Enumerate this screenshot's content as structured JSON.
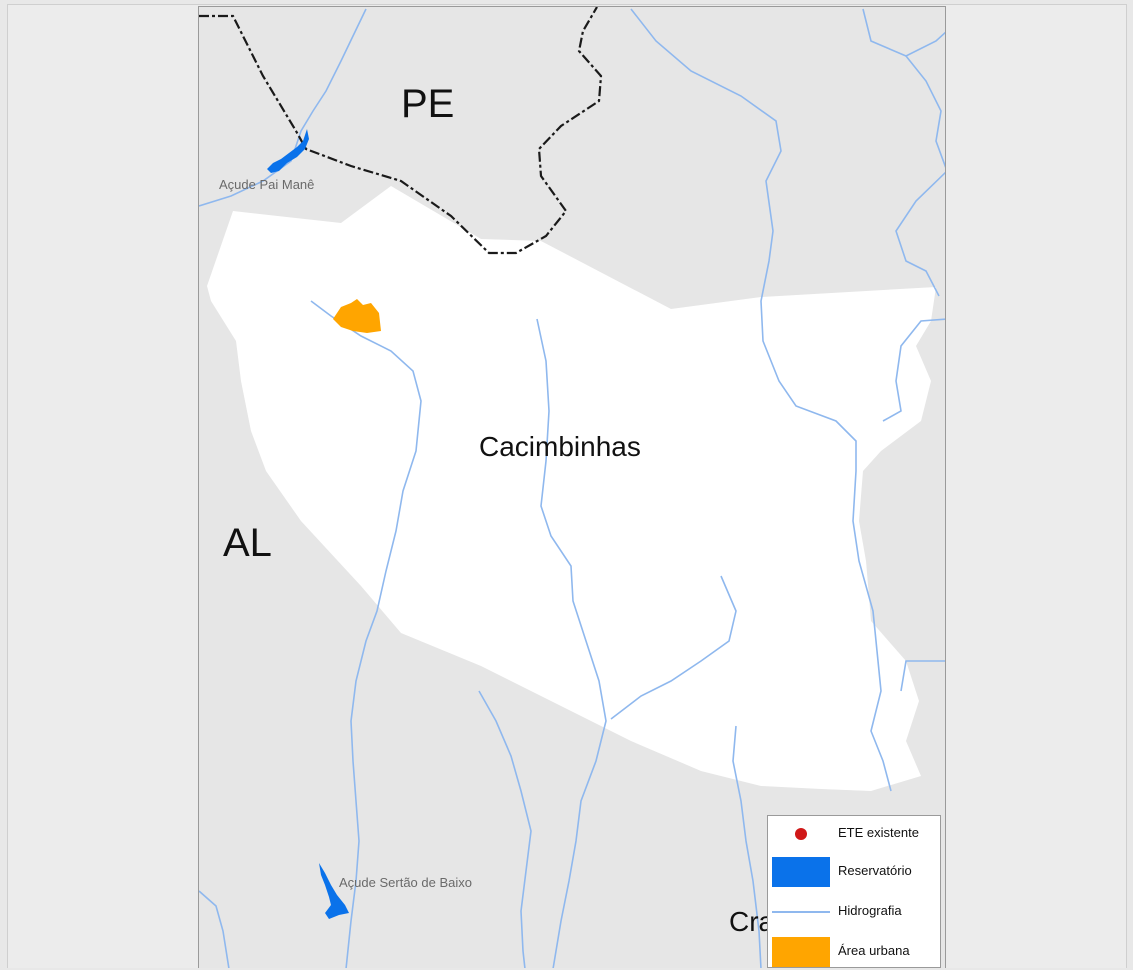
{
  "map": {
    "state_labels": {
      "pe": "PE",
      "al": "AL"
    },
    "municipality_label": "Cacimbinhas",
    "neighbor_label_partial": "Cra",
    "reservoir_labels": {
      "pai_mane": "Açude Pai Manê",
      "sertao_de_baixo": "Açude Sertão de Baixo"
    }
  },
  "legend": {
    "items": [
      {
        "label": "ETE existente",
        "symbol": "point",
        "color": "#d01818"
      },
      {
        "label": "Reservatório",
        "symbol": "fill",
        "color": "#0a72ea"
      },
      {
        "label": "Hidrografia",
        "symbol": "line",
        "color": "#8fb8ee"
      },
      {
        "label": "Área urbana",
        "symbol": "fill",
        "color": "#ffa500"
      }
    ]
  },
  "colors": {
    "background_area": "#e6e6e6",
    "municipality_fill": "#ffffff",
    "state_border": "#1a1a1a",
    "river": "#8fb8ee",
    "reservoir": "#0a72ea",
    "urban_area": "#ffa500"
  }
}
